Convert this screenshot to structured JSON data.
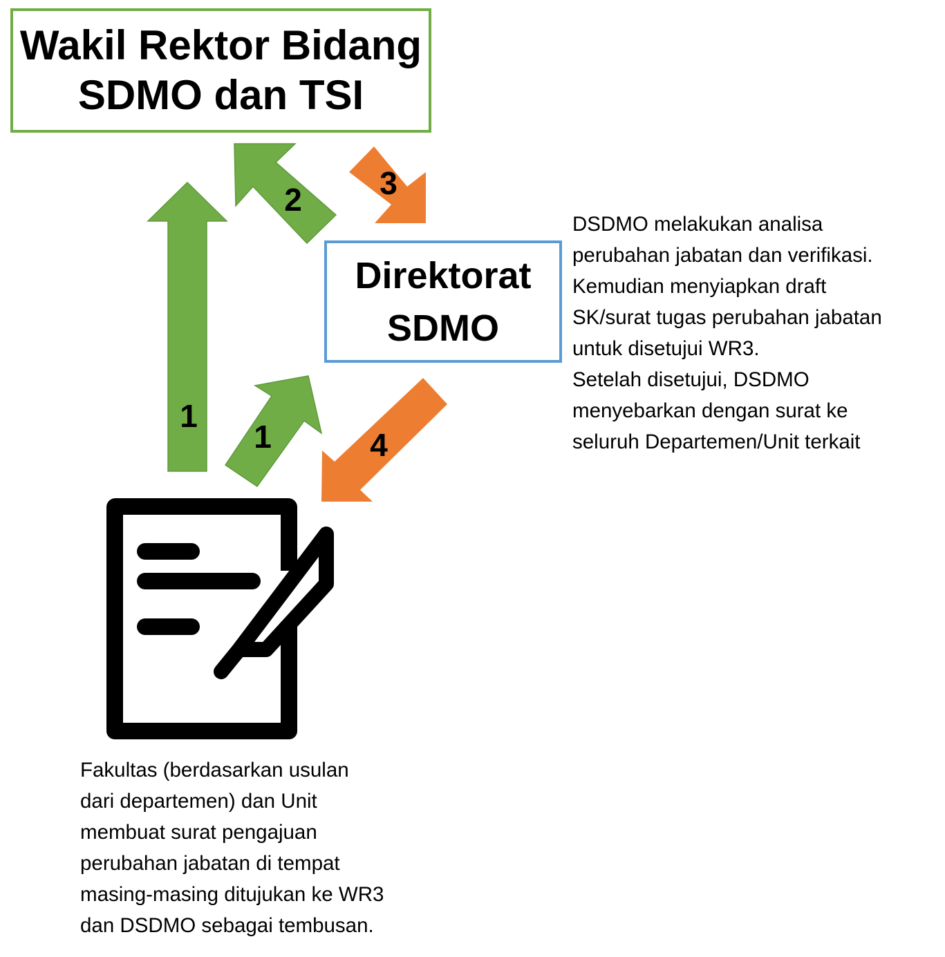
{
  "nodes": {
    "wakil_rektor": {
      "lines": [
        "Wakil Rektor Bidang",
        "SDMO dan TSI"
      ],
      "border_color": "#70ad47"
    },
    "direktorat": {
      "lines": [
        "Direktorat",
        "SDMO"
      ],
      "border_color": "#5b9bd5"
    }
  },
  "descriptions": {
    "direktorat": [
      "DSDMO melakukan analisa",
      "perubahan jabatan dan verifikasi.",
      "Kemudian menyiapkan draft",
      "SK/surat tugas perubahan jabatan",
      "untuk disetujui WR3.",
      "Setelah disetujui, DSDMO",
      "menyebarkan dengan surat ke",
      "seluruh Departemen/Unit terkait"
    ],
    "fakultas": [
      "Fakultas (berdasarkan usulan",
      "dari departemen) dan Unit",
      "membuat surat pengajuan",
      "perubahan jabatan di tempat",
      "masing-masing ditujukan ke WR3",
      "dan DSDMO sebagai tembusan."
    ]
  },
  "arrows": [
    {
      "id": "1a",
      "label": "1",
      "from": "fakultas",
      "to": "wakil_rektor",
      "color": "#70ad47"
    },
    {
      "id": "1b",
      "label": "1",
      "from": "fakultas",
      "to": "direktorat",
      "color": "#70ad47"
    },
    {
      "id": "2",
      "label": "2",
      "from": "direktorat",
      "to": "wakil_rektor",
      "color": "#70ad47"
    },
    {
      "id": "3",
      "label": "3",
      "from": "wakil_rektor",
      "to": "direktorat",
      "color": "#ed7d31"
    },
    {
      "id": "4",
      "label": "4",
      "from": "direktorat",
      "to": "fakultas",
      "color": "#ed7d31"
    }
  ],
  "icons": {
    "document": "document-pen-icon"
  }
}
